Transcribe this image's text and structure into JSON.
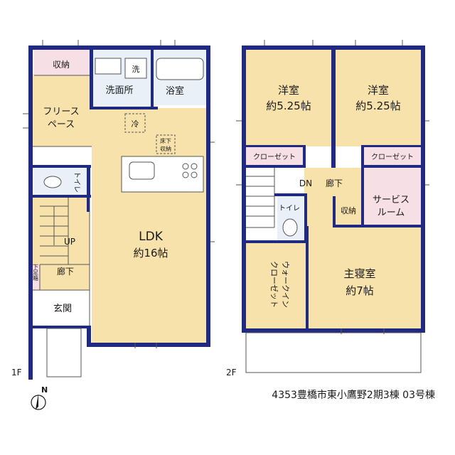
{
  "floor1": {
    "label": "1F",
    "rooms": {
      "storage": "収納",
      "washroom": "洗面所",
      "washer": "洗",
      "bath": "浴室",
      "free_space_1": "フリース",
      "free_space_2": "ペース",
      "fridge": "冷",
      "underfloor_1": "床下",
      "underfloor_2": "収納",
      "toilet": "トイレ",
      "up": "UP",
      "hallway": "廊下",
      "shoe_box": "下足箱",
      "entrance": "玄関",
      "ldk": "LDK",
      "ldk_size": "約16帖"
    }
  },
  "floor2": {
    "label": "2F",
    "rooms": {
      "western1": "洋室",
      "western1_size": "約5.25帖",
      "western2": "洋室",
      "western2_size": "約5.25帖",
      "closet1": "クローゼット",
      "closet2": "クローゼット",
      "dn": "DN",
      "hallway": "廊下",
      "service_1": "サービス",
      "service_2": "ルーム",
      "toilet": "トイレ",
      "storage": "収納",
      "walkin_1": "ウォークイン",
      "walkin_2": "クローゼット",
      "master": "主寝室",
      "master_size": "約7帖"
    }
  },
  "compass": {
    "label": "N"
  },
  "caption": "4353豊橋市東小鷹野2期3棟 03号棟",
  "colors": {
    "wall": "#1f2a80",
    "floor": "#f8e2ab",
    "storage": "#f7dfe6",
    "wet": "#e9f0f8"
  }
}
